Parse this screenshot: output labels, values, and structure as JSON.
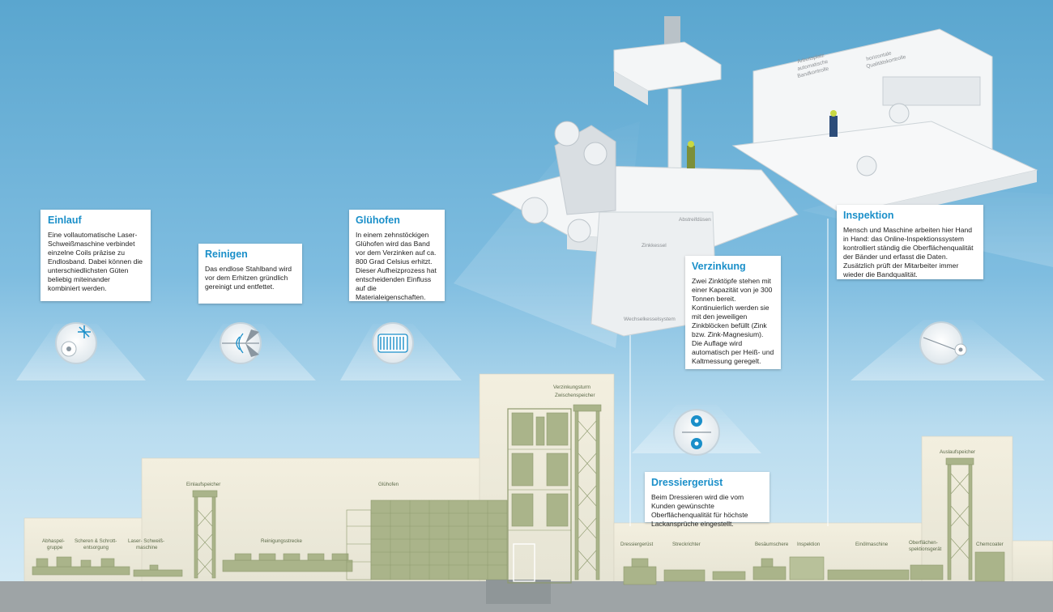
{
  "colors": {
    "sky_top": "#5aa6cf",
    "sky_bottom": "#d8ecf6",
    "accent_blue": "#1a8fc9",
    "building": "#f2efe2",
    "machinery": "#a9b388",
    "ground": "#9aa0a2"
  },
  "callouts": {
    "einlauf": {
      "title": "Einlauf",
      "text": "Eine vollautomatische Laser-Schweißmaschine verbindet einzelne Coils präzise zu Endlosband. Dabei können die unterschiedlichsten Güten beliebig miteinander kombiniert werden.",
      "icon": "coil-welding-icon"
    },
    "reinigen": {
      "title": "Reinigen",
      "text": "Das endlose Stahlband wird vor dem Erhitzen gründlich gereinigt und entfettet.",
      "icon": "cleaning-spray-icon"
    },
    "gluehofen": {
      "title": "Glühofen",
      "text": "In einem zehnstöckigen Glühofen wird das Band vor dem Verzinken auf ca. 800 Grad Celsius erhitzt. Dieser Aufheizprozess hat entscheidenden Einfluss auf die Materialeigenschaften.",
      "icon": "furnace-coil-icon"
    },
    "verzinkung": {
      "title": "Verzinkung",
      "text": "Zwei Zinktöpfe stehen mit einer Kapazität von je 300 Tonnen bereit. Kontinuierlich werden sie mit den jeweiligen Zinkblöcken befüllt (Zink bzw. Zink-Magnesium). Die Auflage wird automatisch per Heiß- und Kaltmessung geregelt."
    },
    "dressiergeruest": {
      "title": "Dressiergerüst",
      "text": "Beim Dressieren wird die vom Kunden gewünschte Oberflächenqualität für höchste Lackansprüche eingestellt.",
      "icon": "rollers-icon"
    },
    "inspektion": {
      "title": "Inspektion",
      "text": "Mensch und Maschine arbeiten hier Hand in Hand: das Online-Inspektionssystem kontrolliert ständig die Oberflächenqualität der Bänder und erfasst die Daten. Zusätzlich prüft der Mitarbeiter immer wieder die Bandqualität.",
      "icon": "coil-inspection-icon"
    }
  },
  "plant_labels": {
    "abhaspel1": "Abhaspel-",
    "abhaspel2": "gruppe",
    "scheren1": "Scheren & Schrott-",
    "scheren2": "entsorgung",
    "laser1": "Laser- Schweiß-",
    "laser2": "maschine",
    "einlaufspeicher": "Einlaufspeicher",
    "reinigungsstrecke": "Reinigungsstrecke",
    "gluehofen": "Glühofen",
    "verzinkungsturm": "Verzinkungsturm",
    "zwischenspeicher": "Zwischenspeicher",
    "dressiergeruest": "Dressiergerüst",
    "streckrichter": "Streckrichter",
    "besaeumschere": "Besäumschere",
    "inspektion": "Inspektion",
    "einoelmaschine": "Einölmaschine",
    "oberflaechen1": "Oberflächen-",
    "oberflaechen2": "spektionsgerät",
    "chemcoater": "Chemcoater",
    "auslaufspeicher": "Auslaufspeicher"
  },
  "detail_labels": {
    "abstreifduesen": "Abstreifdüsen",
    "zinkkessel": "Zinkkessel",
    "wechselkesselsystem": "Wechselkesselsystem",
    "arbeitsplatz": "Arbeitsplatz",
    "automatische": "automatische",
    "bandkontrolle": "Bandkontrolle",
    "horizontale": "horizontale",
    "qualitaetskontrolle": "Qualitätskontrolle"
  }
}
